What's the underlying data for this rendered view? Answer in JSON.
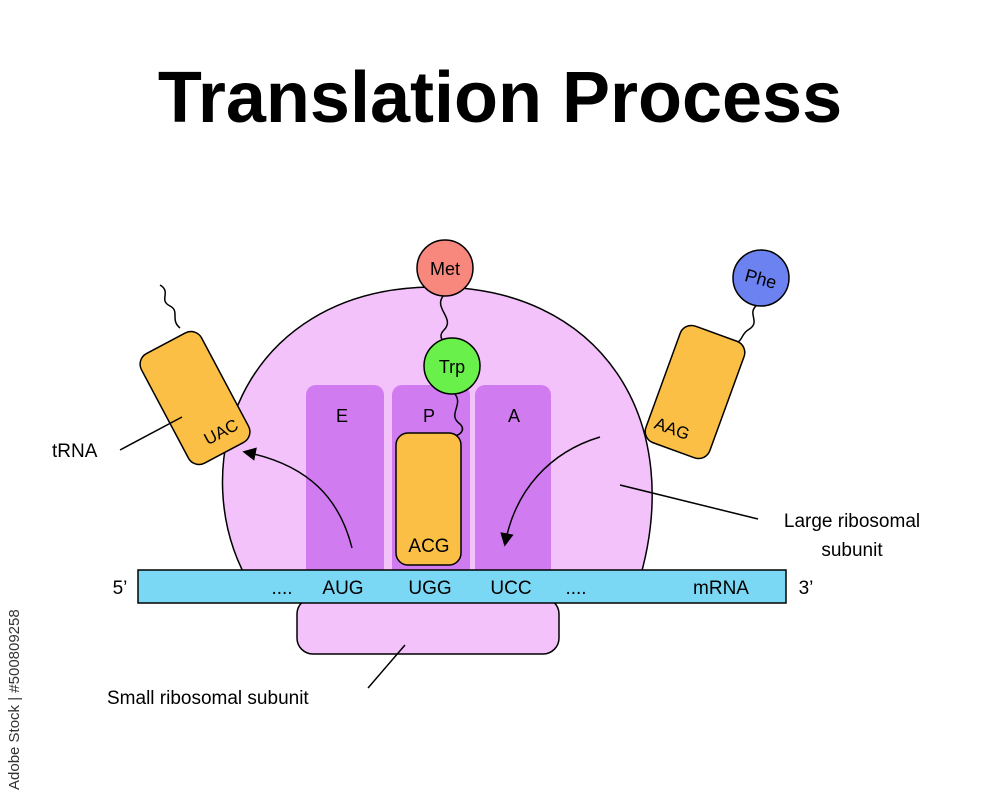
{
  "title": "Translation Process",
  "colors": {
    "large_subunit": "#f3c2fb",
    "small_subunit": "#f3c2fb",
    "site_channel": "#d07cf0",
    "trna": "#fbbf45",
    "mrna": "#7ad8f5",
    "met": "#f8877d",
    "trp": "#6af04a",
    "phe": "#6b82f0",
    "outline": "#000000"
  },
  "sites": {
    "e": "E",
    "p": "P",
    "a": "A"
  },
  "amino_acids": {
    "met": "Met",
    "trp": "Trp",
    "phe": "Phe"
  },
  "trna": {
    "exiting_anticodon": "UAC",
    "p_site_anticodon": "ACG",
    "incoming_anticodon": "AAG"
  },
  "mrna": {
    "five_prime": "5’",
    "three_prime": "3’",
    "dots_left": "....",
    "codon_1": "AUG",
    "codon_2": "UGG",
    "codon_3": "UCC",
    "dots_right": "....",
    "label": "mRNA"
  },
  "labels": {
    "trna": "tRNA",
    "large_subunit_line1": "Large ribosomal",
    "large_subunit_line2": "subunit",
    "small_subunit": "Small ribosomal subunit"
  },
  "watermark": "Adobe Stock | #500809258"
}
